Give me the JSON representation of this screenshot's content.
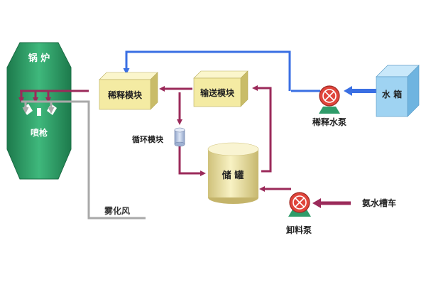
{
  "labels": {
    "boiler": "锅 炉",
    "nozzle": "喷枪",
    "dilution_module": "稀释模块",
    "transfer_module": "输送模块",
    "circulation_module": "循环模块",
    "storage_tank": "储 罐",
    "water_tank": "水 箱",
    "dilution_pump": "稀释水泵",
    "unloading_pump": "卸料泵",
    "ammonia_truck": "氨水槽车",
    "atomizing_air": "雾化风"
  },
  "colors": {
    "boiler_green": "#33a86e",
    "boiler_dark": "#1f7d4f",
    "module_yellow": "#f4eba3",
    "tank_yellow": "#efe5a8",
    "water_tank_blue": "#9fd3f2",
    "pump_red": "#e0453b",
    "pump_base_green": "#2f9c6a",
    "blue_line": "#3a6fe3",
    "maroon_line": "#9b2a5a",
    "gray_line": "#a9a9a9"
  }
}
